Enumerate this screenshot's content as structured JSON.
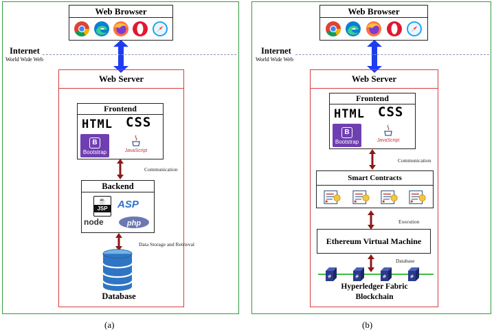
{
  "panels": [
    {
      "caption": "(a)",
      "browser_title": "Web Browser",
      "browser_icons": [
        "chrome-icon",
        "edge-icon",
        "firefox-icon",
        "opera-icon",
        "safari-icon"
      ],
      "internet_label": "Internet",
      "internet_sub": "World Wide Web",
      "server_title": "Web Server",
      "frontend": {
        "title": "Frontend",
        "html": "HTML",
        "css": "CSS",
        "bootstrap": "Bootstrap",
        "javascript": "JavaScript"
      },
      "link1": "Communication",
      "backend": {
        "title": "Backend",
        "jsp": "JSP",
        "asp": "ASP",
        "node": "node",
        "php": "php"
      },
      "link2": "Data Storage and Retrieval",
      "database": "Database"
    },
    {
      "caption": "(b)",
      "browser_title": "Web Browser",
      "browser_icons": [
        "chrome-icon",
        "edge-icon",
        "firefox-icon",
        "opera-icon",
        "safari-icon"
      ],
      "internet_label": "Internet",
      "internet_sub": "World Wide Web",
      "server_title": "Web Server",
      "frontend": {
        "title": "Frontend",
        "html": "HTML",
        "css": "CSS",
        "bootstrap": "Bootstrap",
        "javascript": "JavaScript"
      },
      "link1": "Communication",
      "smart_contracts": "Smart Contracts",
      "link2": "Execution",
      "evm": "Ethereum Virtual Machine",
      "link3": "Database",
      "blockchain_line1": "Hyperledger Fabric",
      "blockchain_line2": "Blockchain"
    }
  ],
  "colors": {
    "panel_border": "#2e9b3a",
    "server_border": "#d53a3a",
    "browser_arrow": "#1f3cf0",
    "link_arrow": "#8b1a1a",
    "bootstrap": "#6f3fb1",
    "block_cube": "#2b3a8c",
    "chain_line": "#3cbf3c"
  }
}
